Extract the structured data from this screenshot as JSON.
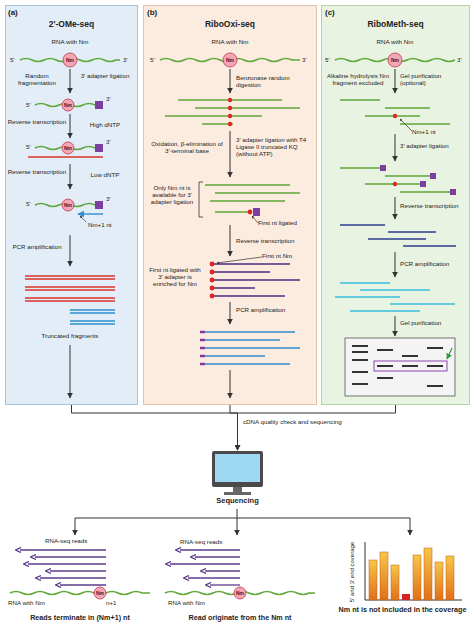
{
  "diagram": {
    "nodes": [
      {
        "text": [
          "2'-OMe-seq"
        ]
      },
      {
        "text": [
          "RiboOxi-seq"
        ]
      },
      {
        "text": [
          "RiboMeth-seq"
        ]
      },
      {
        "text": [
          "Sequencing"
        ]
      }
    ],
    "edges": [
      {
        "from": 0,
        "to": 3,
        "arrow": "to"
      },
      {
        "from": 1,
        "to": 3,
        "arrow": "to"
      },
      {
        "from": 2,
        "to": 3,
        "arrow": "to"
      }
    ],
    "labels": [
      "(a)",
      "RNA with Nm",
      "5'",
      "Nm",
      "3'",
      "Random fragmentation",
      "3' adapter ligation",
      "5'",
      "Nm",
      "3'",
      "Reverse transcription",
      "High dNTP",
      "5'",
      "Nm",
      "3'",
      "Reverse transcription",
      "Low dNTP",
      "5'",
      "Nm",
      "3'",
      "Nm+1 nt",
      "PCR amplification",
      "Truncated fragments",
      "(b)",
      "RNA with Nm",
      "5'",
      "Nm",
      "3'",
      "Benzonase random digestion",
      "Oxidation, β-elimination of 3'-terminal base",
      "3' adapter ligation with T4 Ligase II truncated KQ (without ATP)",
      "Only Nm nt is available for 3' adapter ligation",
      "First nt ligated",
      "Reverse transcription",
      "First nt Nm",
      "First nt ligated with 3' adapter is enriched for Nm",
      "PCR amplification",
      "(c)",
      "RNA with Nm",
      "5'",
      "Nm",
      "3'",
      "Alkaline hydrolysis Nm fragment excluded",
      "Gel purification (optional)",
      "Nm+1 nt",
      "3' adapter ligation",
      "Reverse transcription",
      "PCR amplification",
      "Gel purification",
      "cDNA quality check and sequencing",
      "RNA-seq reads",
      "Nm",
      "n+1",
      "RNA with Nm",
      "Reads terminate in (Nm+1) nt",
      "RNA-seq reads",
      "Nm",
      "RNA with Nm",
      "Read originate from the Nm nt",
      "5' and 3' end coverage",
      "Nm nt is not included in the coverage"
    ]
  }
}
